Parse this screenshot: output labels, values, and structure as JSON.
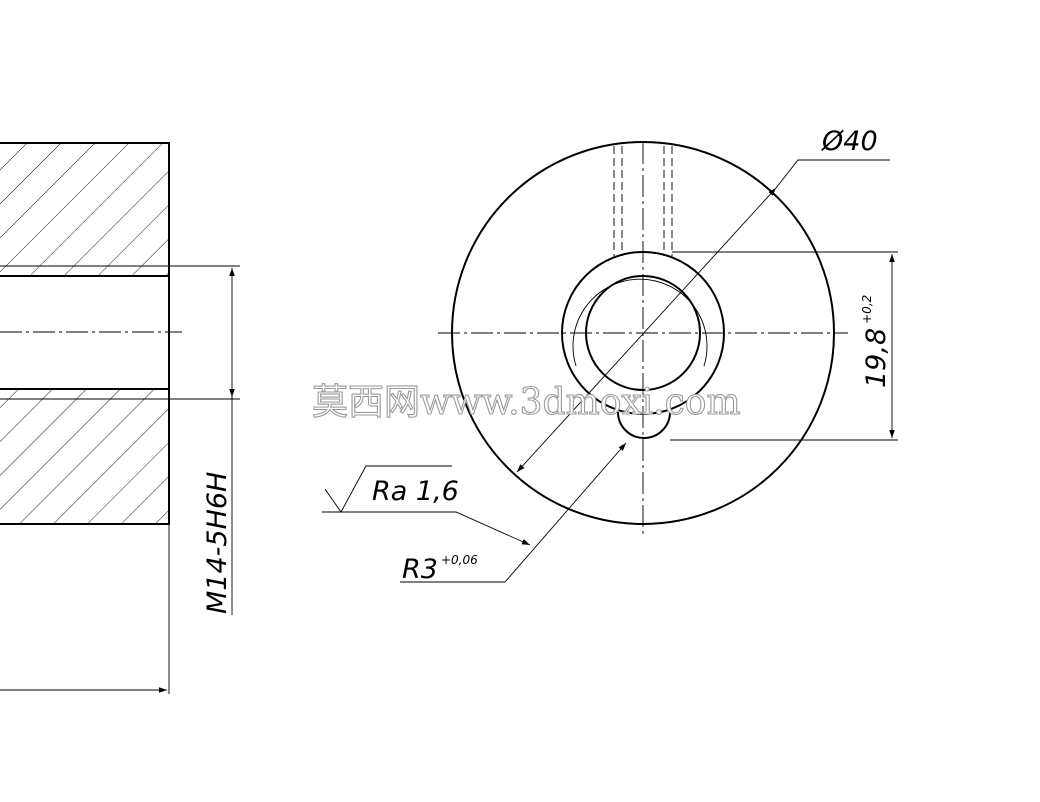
{
  "dimensions": {
    "diameter": {
      "symbol": "Ø",
      "value": "40"
    },
    "slot_width": {
      "value": "19,8",
      "tolerance": "+0,2"
    },
    "roughness": {
      "value": "Ra 1,6"
    },
    "radius": {
      "value": "R3",
      "tolerance": "+0,06"
    },
    "thread": {
      "value": "M14-5H6H"
    }
  },
  "watermark": {
    "text": "莫西网www.3dmoxi.com"
  },
  "colors": {
    "line": "#000000",
    "watermark_outline": "#9a9a9a",
    "background": "#ffffff"
  }
}
